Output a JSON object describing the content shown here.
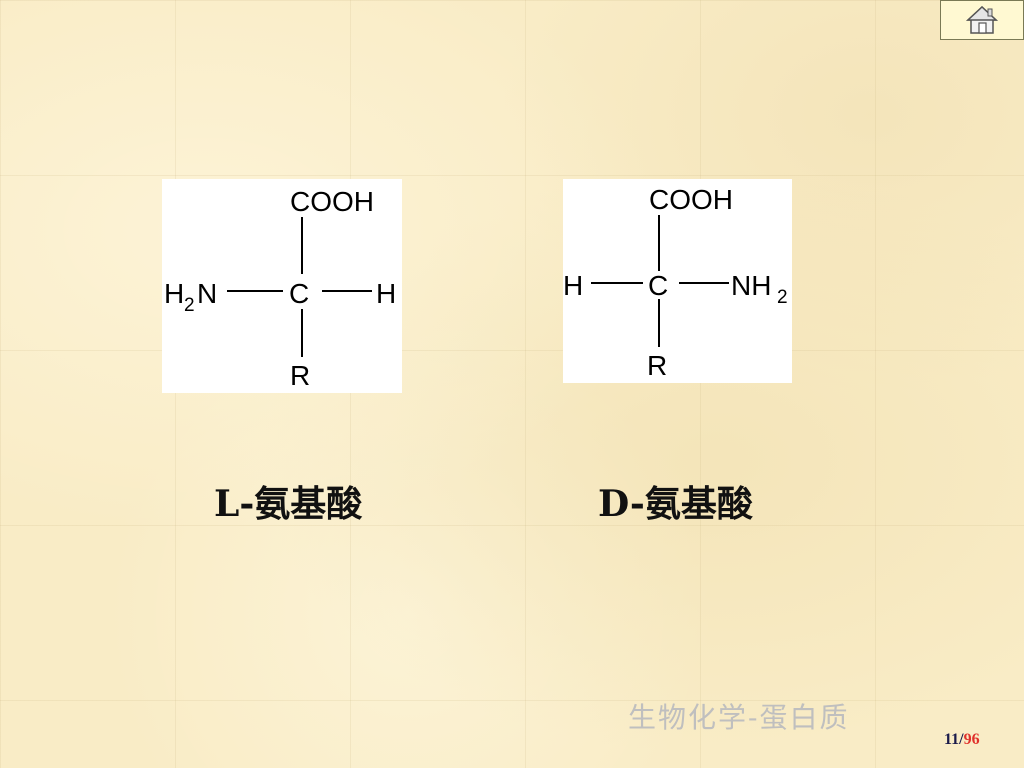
{
  "diagram": {
    "l_structure": {
      "top": "COOH",
      "left": "H",
      "left_sub": "2",
      "left_suffix": "N",
      "center": "C",
      "right": "H",
      "bottom": "R",
      "caption": "L-氨基酸"
    },
    "d_structure": {
      "top": "COOH",
      "left": "H",
      "center": "C",
      "right": "NH",
      "right_sub": "2",
      "bottom": "R",
      "caption": "D-氨基酸"
    }
  },
  "footer": {
    "title": "生物化学-蛋白质",
    "page_current": "11",
    "page_sep": "/",
    "page_total": "96"
  },
  "nav": {
    "home_icon": "house-icon"
  },
  "colors": {
    "background": "#f9ecc6",
    "page_total": "#e0302a",
    "footer_title": "#bfbfbf"
  }
}
